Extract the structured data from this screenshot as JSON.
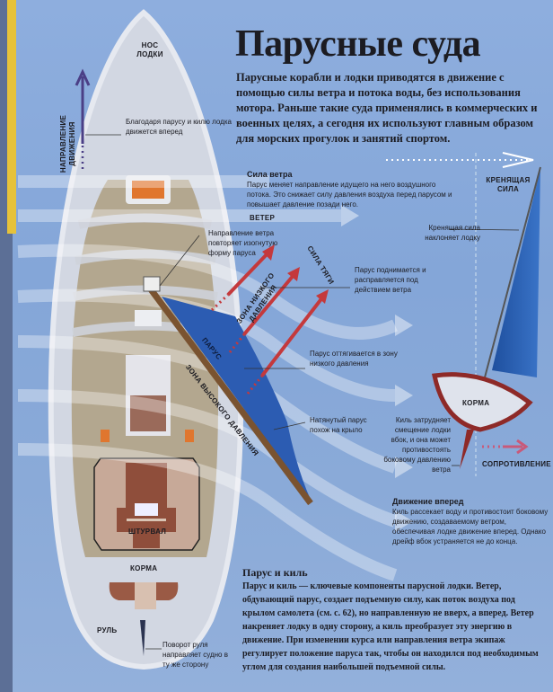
{
  "title": "Парусные суда",
  "intro": "Парусные корабли и лодки приводятся в движение с помощью силы ветра и потока воды, без использования мотора. Раньше такие суда применялись в коммерческих и военных целях, а сегодня их используют главным образом для морских прогулок и занятий спортом.",
  "wind_force": {
    "heading": "Сила ветра",
    "text": "Парус меняет направление идущего на него воздушного потока. Это снижает силу давления воздуха перед парусом и повышает давление позади него."
  },
  "labels": {
    "bow": "НОС ЛОДКИ",
    "direction": "НАПРАВЛЕНИЕ ДВИЖЕНИЯ",
    "wind": "ВЕТЕР",
    "thrust": "СИЛА ТЯГИ",
    "low_pressure": "ЗОНА НИЗКОГО ДАВЛЕНИЯ",
    "high_pressure": "ЗОНА ВЫСОКОГО ДАВЛЕНИЯ",
    "sail": "ПАРУС",
    "wheel": "ШТУРВАЛ",
    "stern": "КОРМА",
    "rudder": "РУЛЬ",
    "heeling_force": "КРЕНЯЩАЯ СИЛА",
    "stern_section": "КОРМА",
    "resistance": "СОПРОТИВЛЕНИЕ"
  },
  "notes": {
    "forward": "Благодаря парусу и килю лодка движется вперед",
    "wind_shape": "Направление ветра повторяет изогнутую форму паруса",
    "sail_rises": "Парус поднимается и расправляется под действием ветра",
    "sail_pulled": "Парус оттягивается в зону низкого давления",
    "wing": "Натянутый парус похож на крыло",
    "heeling": "Кренящая сила наклоняет лодку",
    "keel": "Киль затрудняет смещение лодки вбок, и она может противостоять боковому давлению ветра",
    "rudder": "Поворот руля направляет судно в ту же сторону"
  },
  "forward_motion": {
    "heading": "Движение вперед",
    "text": "Киль рассекает воду и противостоит боковому движению, создаваемому ветром, обеспечивая лодке движение вперед. Однако дрейф вбок устраняется не до конца."
  },
  "sail_keel": {
    "heading": "Парус и киль",
    "text": "Парус и киль — ключевые компоненты парусной лодки. Ветер, обдувающий парус, создает подъемную силу, как поток воздуха под крылом самолета (см. с. 62), но направленную не вверх, а вперед. Ветер накреняет лодку в одну сторону, а киль преобразует эту энергию в движение. При изменении курса или направления ветра экипаж регулирует положение паруса так, чтобы он находился под необходимым углом для создания наибольшей подъемной силы."
  },
  "colors": {
    "bg": "#88a9da",
    "sail": "#2d5fb0",
    "arrow": "#c0393b",
    "hull": "#d6dae3",
    "deck": "#b6a88e"
  }
}
